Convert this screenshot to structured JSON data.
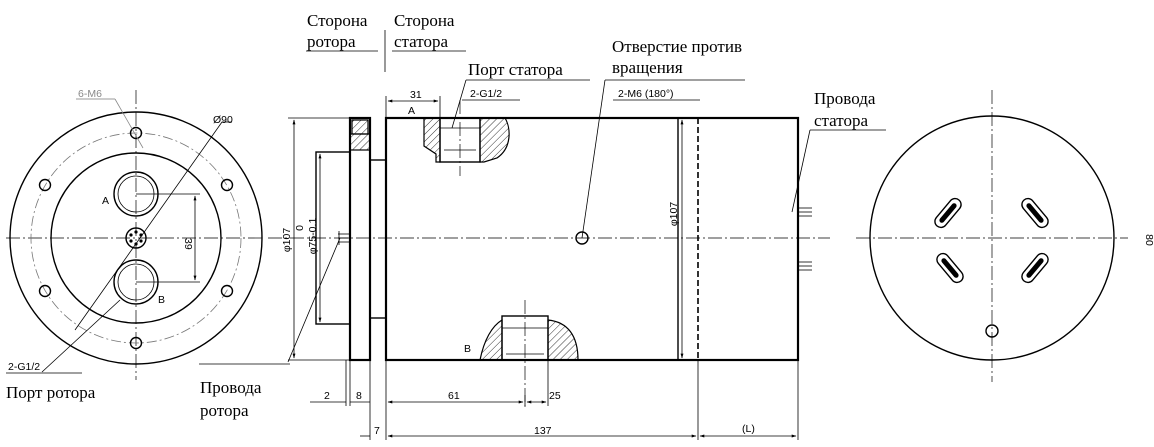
{
  "labels": {
    "rotor_side": [
      "Сторона",
      "ротора"
    ],
    "stator_side": [
      "Сторона",
      "статора"
    ],
    "stator_port": "Порт статора",
    "anti_rotation_hole": [
      "Отверстие против",
      "вращения"
    ],
    "stator_wires": [
      "Провода",
      "статора"
    ],
    "rotor_port": "Порт ротора",
    "rotor_wires": [
      "Провода",
      "ротора"
    ]
  },
  "annotations": {
    "holes_6m6": "6-M6",
    "dia_90": "Ø90",
    "port_a": "A",
    "port_b": "B",
    "spacing_39": "39",
    "thread_rotor": "2-G1/2",
    "thread_stator": "2-G1/2",
    "anti_rot_thread": "2-M6 (180°)",
    "dia_107_left": "φ107",
    "zero": "0",
    "dia_75": "φ75-0.1",
    "dia_107_body": "φ107",
    "dim_80": "80"
  },
  "dimensions": {
    "d2": "2",
    "d8": "8",
    "d7": "7",
    "d31": "31",
    "d61": "61",
    "d25": "25",
    "d137": "137",
    "dL": "(L)"
  }
}
